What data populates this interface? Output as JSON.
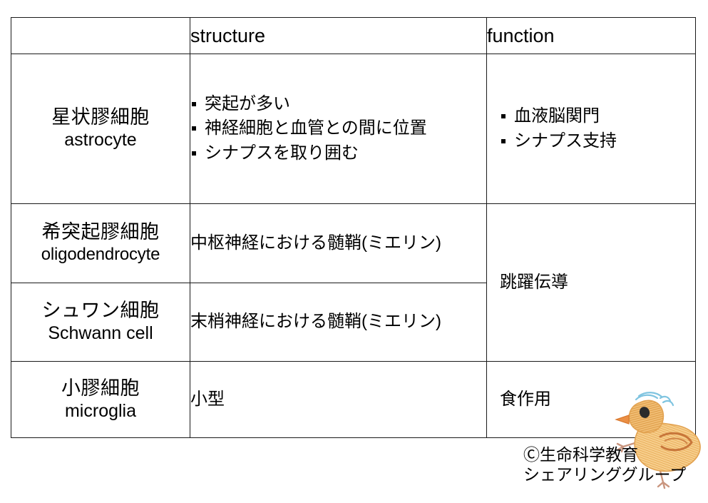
{
  "table": {
    "columns": [
      "",
      "structure",
      "function"
    ],
    "rows": [
      {
        "name_jp": "星状膠細胞",
        "name_en": "astrocyte",
        "structure_bullets": [
          "突起が多い",
          "神経細胞と血管との間に位置",
          "シナプスを取り囲む"
        ],
        "function_bullets": [
          "血液脳関門",
          "シナプス支持"
        ]
      },
      {
        "name_jp": "希突起膠細胞",
        "name_en": "oligodendrocyte",
        "structure_text": "中枢神経における髄鞘(ミエリン)",
        "function_text_merged": "跳躍伝導"
      },
      {
        "name_jp": "シュワン細胞",
        "name_en": "Schwann cell",
        "structure_text": "末梢神経における髄鞘(ミエリン)"
      },
      {
        "name_jp": "小膠細胞",
        "name_en": "microglia",
        "structure_text": "小型",
        "function_text": "食作用"
      }
    ]
  },
  "credit": {
    "line1": "Ⓒ生命科学教育",
    "line2": "シェアリンググループ"
  },
  "colors": {
    "name_column_fill": "#dceaf1",
    "border": "#1a1a1a",
    "chick_body": "#f5bd6e",
    "chick_outline": "#e09a43",
    "chick_beak": "#e8823c",
    "chick_hair": "#7fc4e0",
    "chick_wing": "#c8763a",
    "chick_leg": "#c9957e"
  },
  "illustration": {
    "name": "hand-drawn-chick"
  }
}
